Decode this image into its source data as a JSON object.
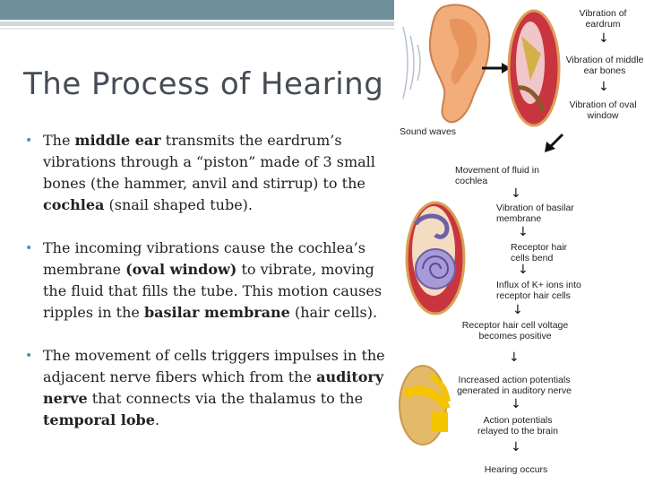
{
  "slide": {
    "title": "The Process of Hearing",
    "bullets": [
      {
        "parts": [
          {
            "t": "The ",
            "b": false
          },
          {
            "t": "middle ear",
            "b": true
          },
          {
            "t": " transmits the eardrum’s vibrations through a “piston” made of 3 small bones (the hammer, anvil and stirrup) to the ",
            "b": false
          },
          {
            "t": "cochlea",
            "b": true
          },
          {
            "t": " (snail shaped tube).",
            "b": false
          }
        ]
      },
      {
        "parts": [
          {
            "t": "The incoming vibrations cause the cochlea’s membrane ",
            "b": false
          },
          {
            "t": "(oval window)",
            "b": true
          },
          {
            "t": " to vibrate, moving the fluid that fills the tube. This motion causes ripples in the ",
            "b": false
          },
          {
            "t": "basilar membrane",
            "b": true
          },
          {
            "t": " (hair cells).",
            "b": false
          }
        ]
      },
      {
        "parts": [
          {
            "t": "The movement of cells triggers impulses in the adjacent nerve fibers which from the ",
            "b": false
          },
          {
            "t": "auditory nerve",
            "b": true
          },
          {
            "t": " that connects via the thalamus to the ",
            "b": false
          },
          {
            "t": "temporal lobe",
            "b": true
          },
          {
            "t": ".",
            "b": false
          }
        ]
      }
    ]
  },
  "diagram": {
    "labels": {
      "eardrum": "Vibration of eardrum",
      "bones": "Vibration of middle ear bones",
      "oval": "Vibration of oval window",
      "sound": "Sound waves",
      "fluid": "Movement of fluid in cochlea",
      "basilar": "Vibration of basilar membrane",
      "hair_bend": "Receptor hair cells bend",
      "influx": "Influx of K+ ions into receptor hair cells",
      "voltage": "Receptor hair cell voltage becomes positive",
      "potentials": "Increased action potentials generated in auditory nerve",
      "relayed": "Action potentials relayed to the brain",
      "hearing": "Hearing occurs"
    }
  }
}
